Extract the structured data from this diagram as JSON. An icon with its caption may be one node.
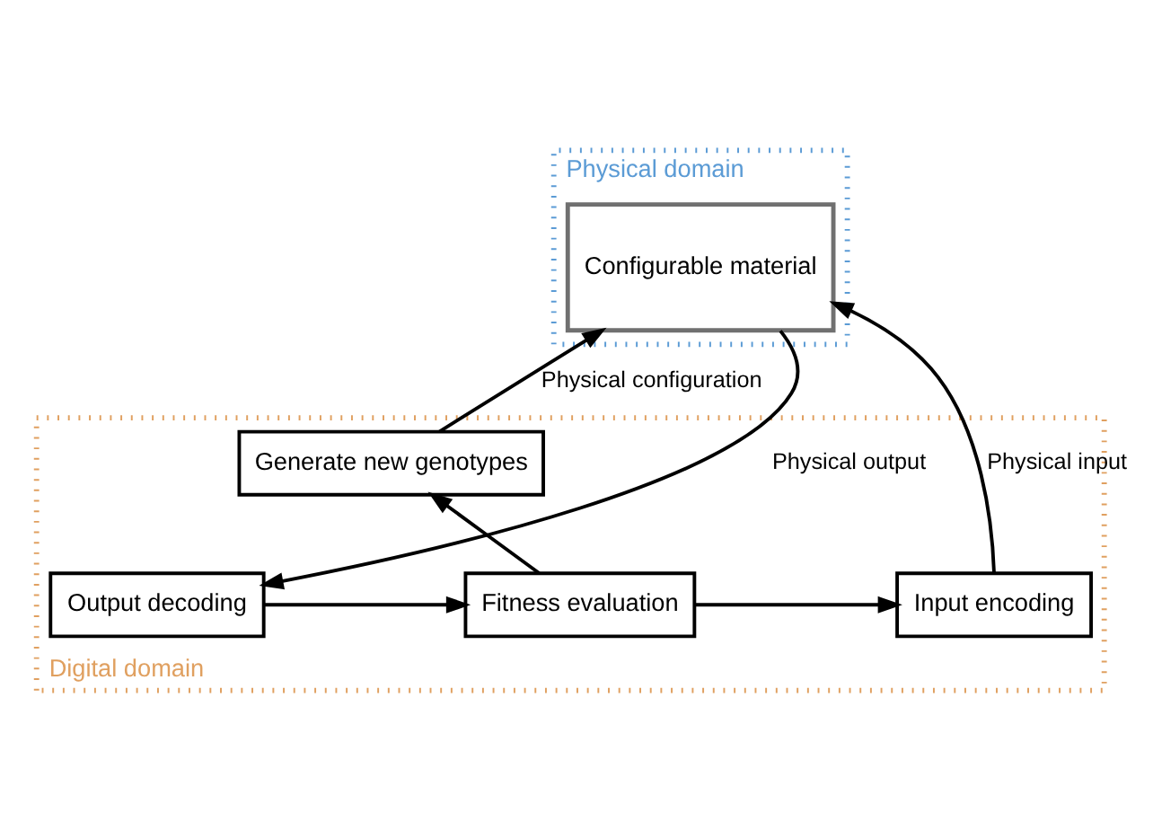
{
  "diagram": {
    "nodes": [
      {
        "text": [
          "Physical domain"
        ]
      },
      {
        "text": [
          "Configurable material"
        ],
        "in": 0
      },
      {
        "text": [
          "Digital domain"
        ]
      },
      {
        "text": [
          "Generate new genotypes"
        ],
        "in": 2
      },
      {
        "text": [
          "Input encoding"
        ],
        "in": 2
      },
      {
        "text": [
          "Fitness evaluation"
        ],
        "in": 2
      },
      {
        "text": [
          "Output decoding"
        ],
        "in": 2
      }
    ],
    "edges": [
      {
        "from": 4,
        "to": 1,
        "arrow": "to",
        "label": "Physical input"
      },
      {
        "from": 1,
        "to": 6,
        "arrow": "to",
        "label": "Physical output"
      },
      {
        "from": 3,
        "to": 1,
        "arrow": "to",
        "label": "Physical configuration"
      },
      {
        "from": 5,
        "to": 3,
        "arrow": "to"
      },
      {
        "from": 6,
        "to": 5,
        "arrow": "to"
      },
      {
        "from": 5,
        "to": 4,
        "arrow": "to"
      }
    ]
  }
}
